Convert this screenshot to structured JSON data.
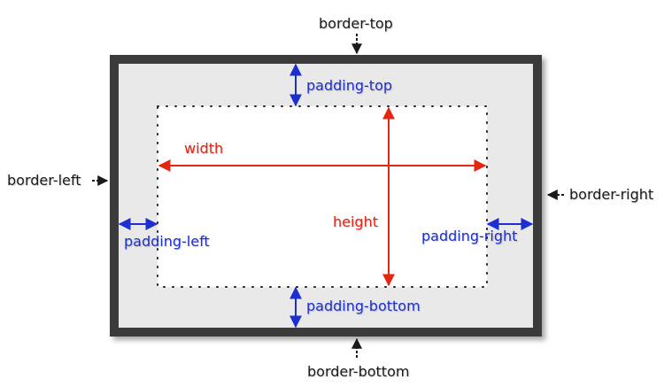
{
  "labels": {
    "border_top": "border-top",
    "border_bottom": "border-bottom",
    "border_left": "border-left",
    "border_right": "border-right",
    "padding_top": "padding-top",
    "padding_bottom": "padding-bottom",
    "padding_left": "padding-left",
    "padding_right": "padding-right",
    "width": "width",
    "height": "height"
  },
  "colors": {
    "border": "#3a3a3a",
    "padding": "#e9e9e9",
    "content": "#ffffff",
    "padding_arrow": "#1d2fd0",
    "dimension_arrow": "#e32512",
    "border_arrow": "#1a1a1a"
  }
}
